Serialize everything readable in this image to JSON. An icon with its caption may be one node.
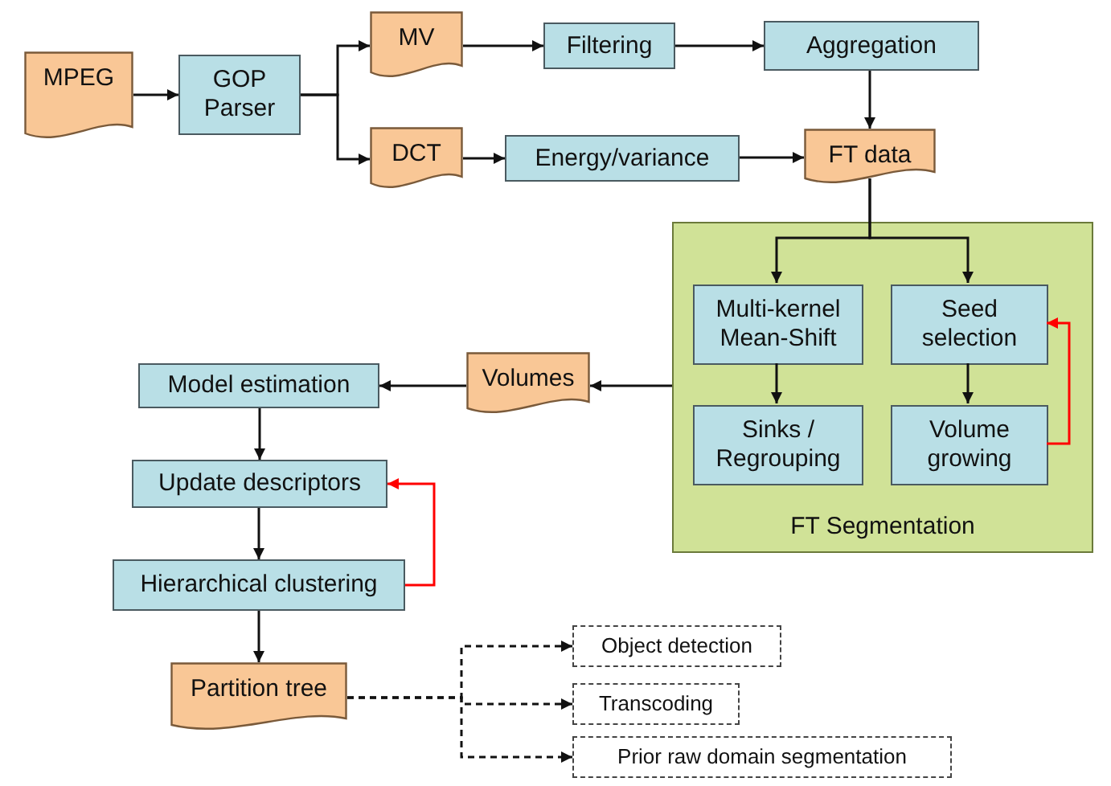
{
  "diagram": {
    "nodes": [
      {
        "text": [
          "MPEG"
        ]
      },
      {
        "text": [
          "GOP Parser"
        ]
      },
      {
        "text": [
          "MV"
        ]
      },
      {
        "text": [
          "Filtering"
        ]
      },
      {
        "text": [
          "Aggregation"
        ]
      },
      {
        "text": [
          "DCT"
        ]
      },
      {
        "text": [
          "Energy/variance"
        ]
      },
      {
        "text": [
          "FT data"
        ]
      },
      {
        "text": [
          "FT Segmentation"
        ]
      },
      {
        "text": [
          "Multi-kernel Mean-Shift"
        ],
        "in": 8
      },
      {
        "text": [
          "Seed selection"
        ],
        "in": 8
      },
      {
        "text": [
          "Sinks / Regrouping"
        ],
        "in": 8
      },
      {
        "text": [
          "Volume growing"
        ],
        "in": 8
      },
      {
        "text": [
          "Volumes"
        ]
      },
      {
        "text": [
          "Model estimation"
        ]
      },
      {
        "text": [
          "Update descriptors"
        ]
      },
      {
        "text": [
          "Hierarchical clustering"
        ]
      },
      {
        "text": [
          "Partition tree"
        ]
      },
      {
        "text": [
          "Object detection"
        ]
      },
      {
        "text": [
          "Transcoding"
        ]
      },
      {
        "text": [
          "Prior raw domain segmentation"
        ]
      }
    ],
    "edges": [
      {
        "from": 0,
        "to": 1,
        "arrow": "to"
      },
      {
        "from": 1,
        "to": 2,
        "arrow": "to"
      },
      {
        "from": 1,
        "to": 5,
        "arrow": "to"
      },
      {
        "from": 2,
        "to": 3,
        "arrow": "to"
      },
      {
        "from": 3,
        "to": 4,
        "arrow": "to"
      },
      {
        "from": 4,
        "to": 7,
        "arrow": "to"
      },
      {
        "from": 5,
        "to": 6,
        "arrow": "to"
      },
      {
        "from": 6,
        "to": 7,
        "arrow": "to"
      },
      {
        "from": 7,
        "to": 9,
        "arrow": "to"
      },
      {
        "from": 7,
        "to": 10,
        "arrow": "to"
      },
      {
        "from": 9,
        "to": 11,
        "arrow": "to"
      },
      {
        "from": 10,
        "to": 12,
        "arrow": "to"
      },
      {
        "from": 12,
        "to": 10,
        "arrow": "to",
        "color": "#ff0000"
      },
      {
        "from": 8,
        "to": 13,
        "arrow": "to"
      },
      {
        "from": 13,
        "to": 14,
        "arrow": "to"
      },
      {
        "from": 14,
        "to": 15,
        "arrow": "to"
      },
      {
        "from": 15,
        "to": 16,
        "arrow": "to"
      },
      {
        "from": 16,
        "to": 15,
        "arrow": "to",
        "color": "#ff0000"
      },
      {
        "from": 16,
        "to": 17,
        "arrow": "to"
      },
      {
        "from": 17,
        "to": 18,
        "arrow": "to",
        "style": "dashed"
      },
      {
        "from": 17,
        "to": 19,
        "arrow": "to",
        "style": "dashed"
      },
      {
        "from": 17,
        "to": 20,
        "arrow": "to",
        "style": "dashed"
      }
    ]
  }
}
